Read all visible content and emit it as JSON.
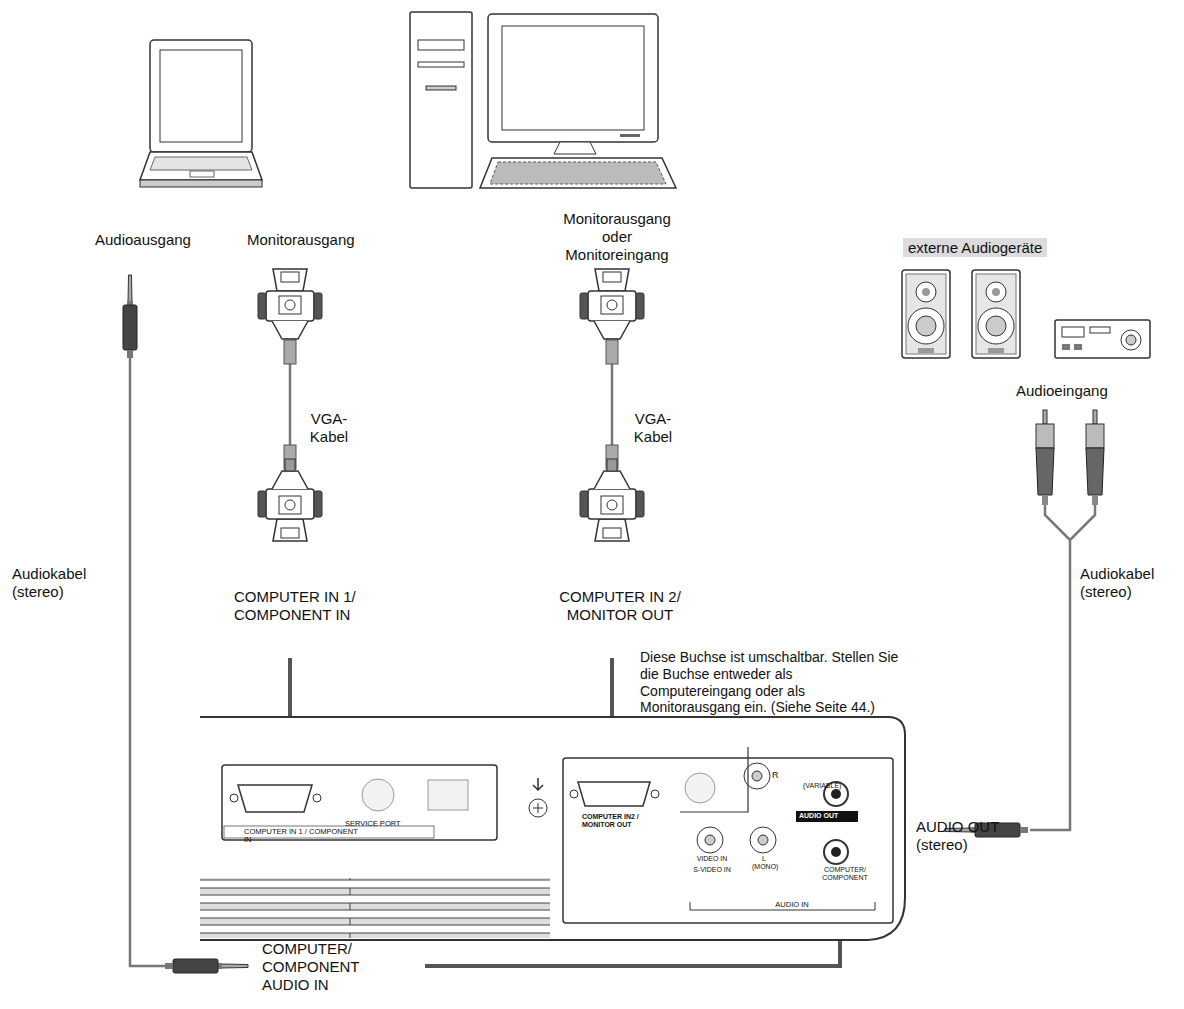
{
  "diagram": {
    "nodes": [
      {
        "text": [
          "externe Audiogeräte"
        ]
      }
    ],
    "labels": [
      "Audioausgang",
      "Monitorausgang",
      "Monitorausgang oder Monitoreingang",
      "VGA- Kabel",
      "VGA- Kabel",
      "Audioeingang",
      "Audiokabel (stereo)",
      "Audiokabel (stereo)",
      "COMPUTER IN 1/ COMPONENT IN",
      "COMPUTER IN 2/ MONITOR OUT",
      "Diese Buchse ist umschaltbar. Stellen Sie die Buchse entweder als Computereingang oder als Monitorausgang ein. (Siehe Seite 44.)",
      "AUDIO OUT (stereo)",
      "COMPUTER/ COMPONENT AUDIO IN",
      "COMPUTER IN 1 / COMPONENT IN",
      "SERVICE PORT",
      "COMPUTER IN2 / MONITOR OUT",
      "(VARIABLE)",
      "AUDIO OUT",
      "R",
      "L (MONO)",
      "VIDEO IN",
      "S-VIDEO IN",
      "COMPUTER/ COMPONENT",
      "AUDIO IN"
    ]
  }
}
